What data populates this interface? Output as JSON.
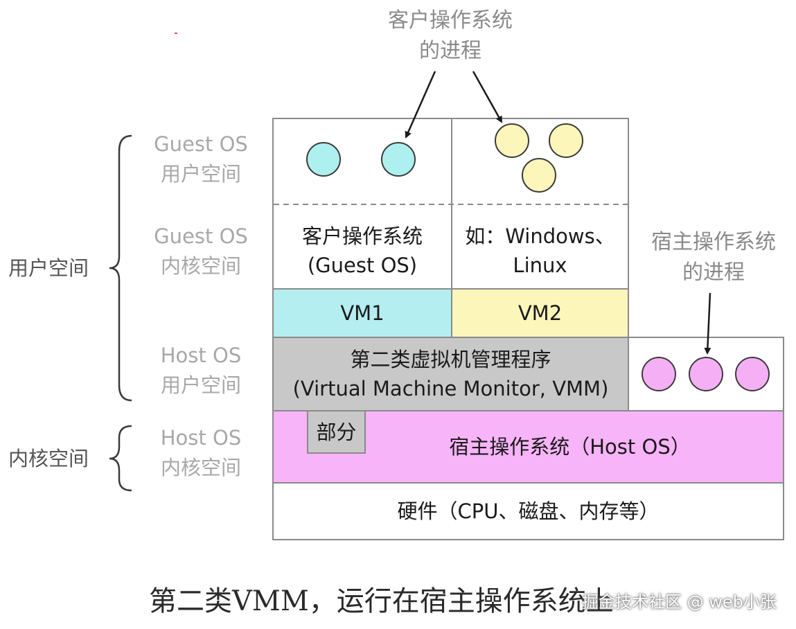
{
  "annotations": {
    "guest_process": [
      "客户操作系统",
      "的进程"
    ],
    "host_process": [
      "宿主操作系统",
      "的进程"
    ]
  },
  "left_labels": {
    "user_space": "用户空间",
    "kernel_space": "内核空间"
  },
  "layer_labels": {
    "guest_user": [
      "Guest OS",
      "用户空间"
    ],
    "guest_kernel": [
      "Guest OS",
      "内核空间"
    ],
    "host_user": [
      "Host OS",
      "用户空间"
    ],
    "host_kernel": [
      "Host OS",
      "内核空间"
    ]
  },
  "boxes": {
    "guest_os_left": [
      "客户操作系统",
      "(Guest OS)"
    ],
    "guest_os_right": [
      "如：Windows、",
      "Linux"
    ],
    "vm1": "VM1",
    "vm2": "VM2",
    "vmm": [
      "第二类虚拟机管理程序",
      "(Virtual Machine Monitor, VMM)"
    ],
    "partial": "部分",
    "host_os": "宿主操作系统（Host OS）",
    "hardware": "硬件（CPU、磁盘、内存等）"
  },
  "caption": "第二类VMM，运行在宿主操作系统上",
  "watermark": "掘金技术社区 @ web小张",
  "colors": {
    "vm1_fill": "#b5eef0",
    "vm2_fill": "#fcf6bb",
    "vmm_fill": "#c8c8c8",
    "host_fill": "#f8b4f8",
    "partial_fill": "#c8c8c8",
    "cyan_process": "#aef0ef",
    "yellow_process": "#fcf6bb",
    "pink_process": "#f5b0f5"
  }
}
